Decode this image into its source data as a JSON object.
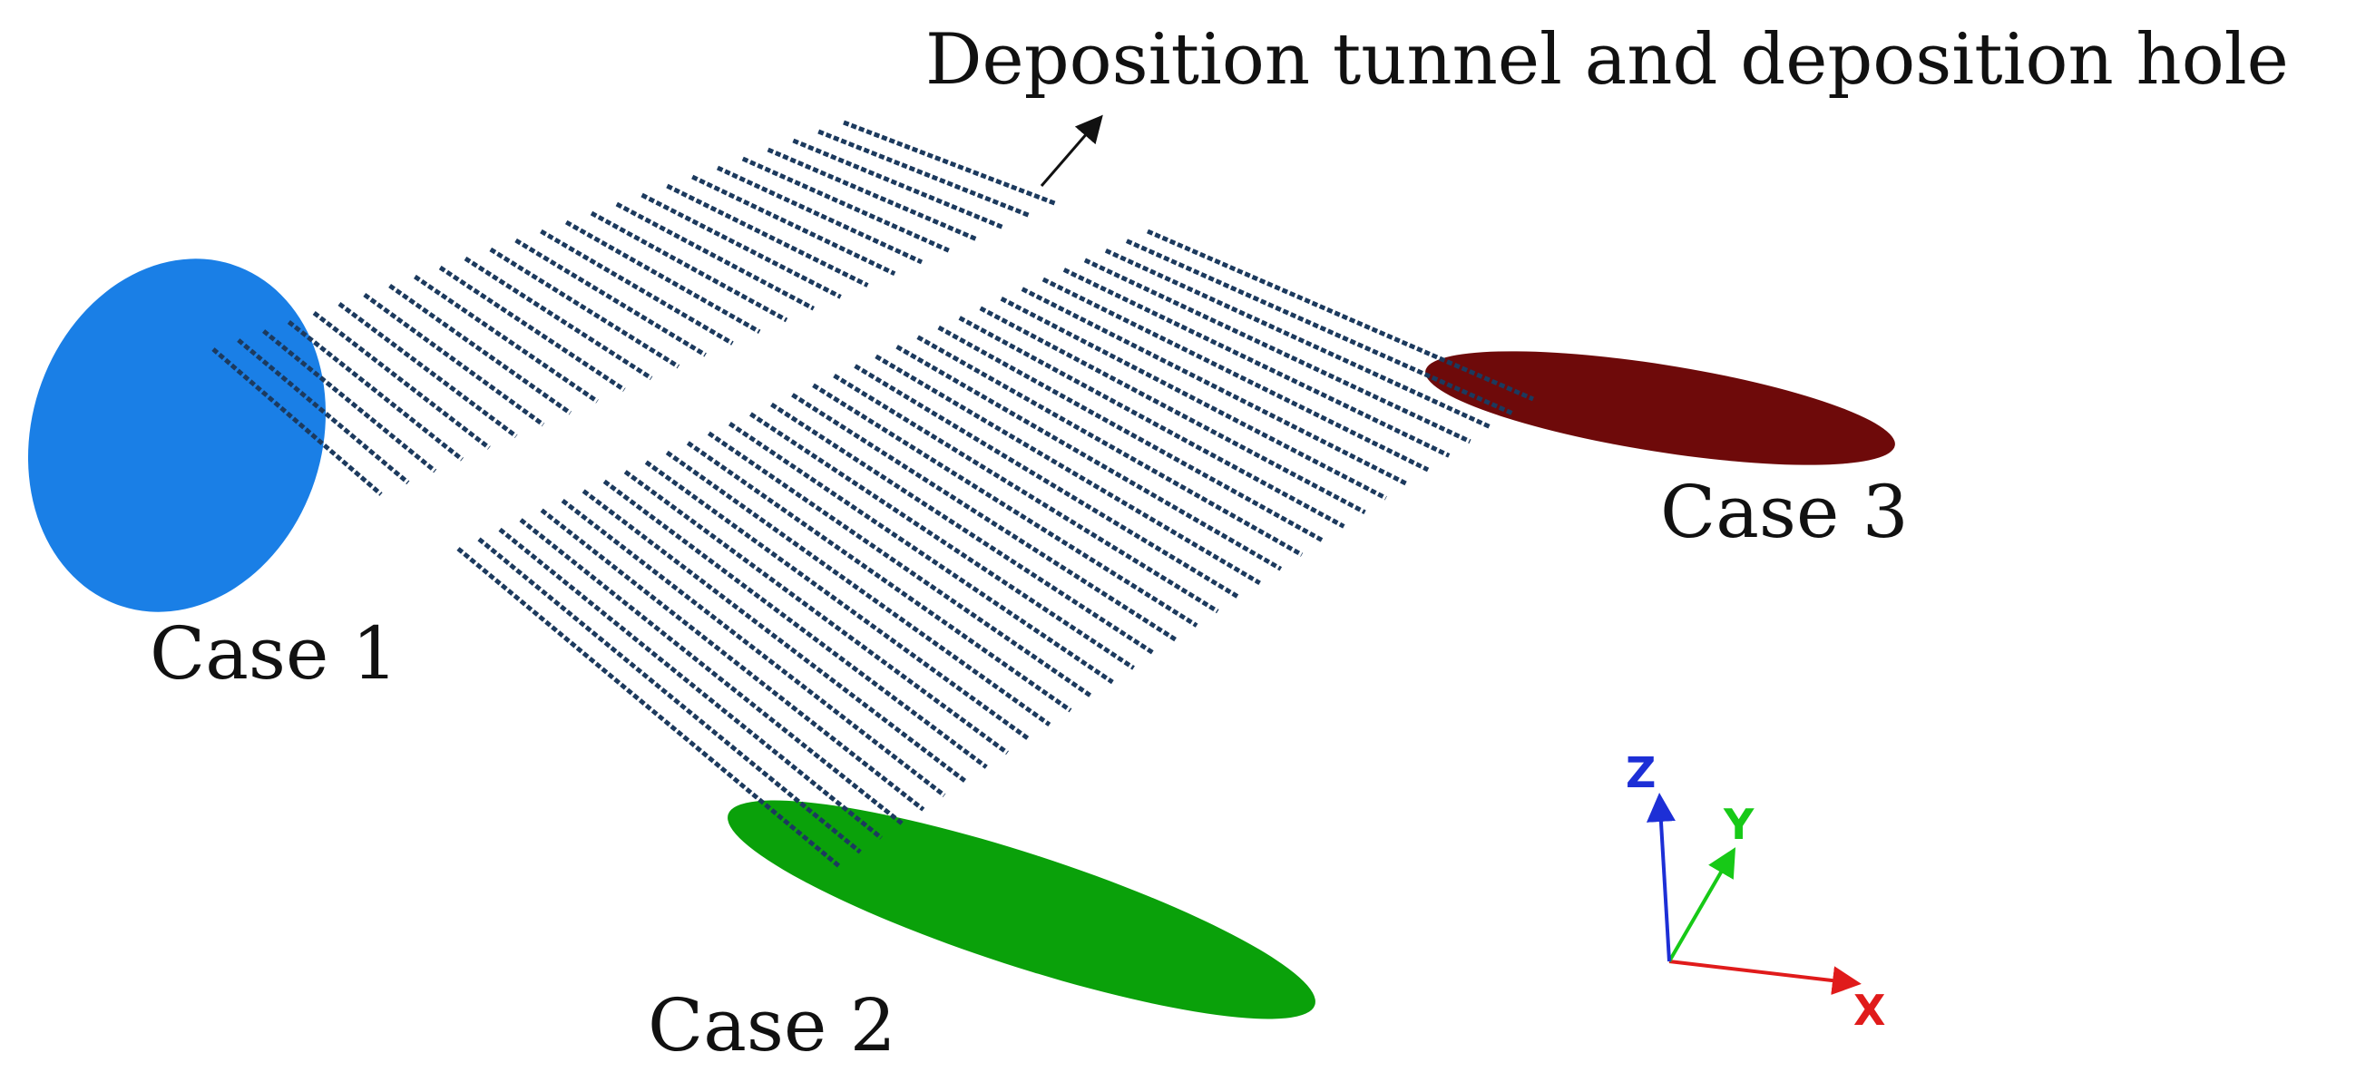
{
  "annotation": {
    "text": "Deposition tunnel and deposition hole"
  },
  "cases": [
    {
      "label": "Case 1",
      "color": "#1a7fe6"
    },
    {
      "label": "Case 2",
      "color": "#0aa10a"
    },
    {
      "label": "Case 3",
      "color": "#6e0a0a"
    }
  ],
  "triad": {
    "x_label": "X",
    "y_label": "Y",
    "z_label": "Z",
    "x_color": "#e01b1b",
    "y_color": "#17c917",
    "z_color": "#1d2fd6"
  },
  "tunnel_color": "#1c3a5e"
}
